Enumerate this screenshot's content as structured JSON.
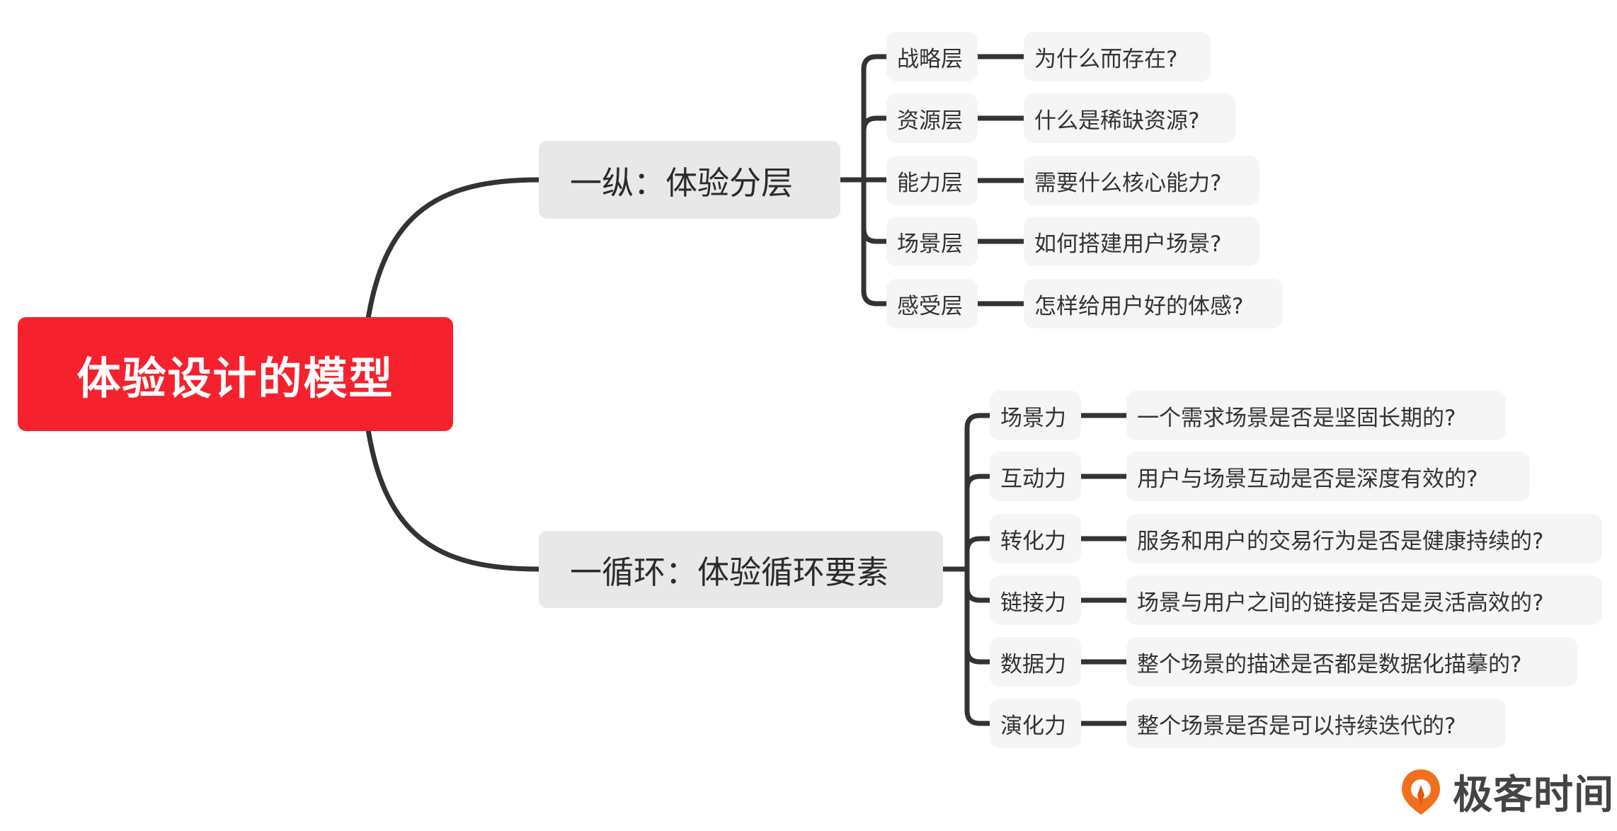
{
  "root": {
    "label": "体验设计的模型"
  },
  "branches": [
    {
      "label": "一纵：体验分层",
      "children": [
        {
          "label": "战略层",
          "question": "为什么而存在?"
        },
        {
          "label": "资源层",
          "question": "什么是稀缺资源?"
        },
        {
          "label": "能力层",
          "question": "需要什么核心能力?"
        },
        {
          "label": "场景层",
          "question": "如何搭建用户场景?"
        },
        {
          "label": "感受层",
          "question": "怎样给用户好的体感?"
        }
      ]
    },
    {
      "label": "一循环：体验循环要素",
      "children": [
        {
          "label": "场景力",
          "question": "一个需求场景是否是坚固长期的?"
        },
        {
          "label": "互动力",
          "question": "用户与场景互动是否是深度有效的?"
        },
        {
          "label": "转化力",
          "question": "服务和用户的交易行为是否是健康持续的?"
        },
        {
          "label": "链接力",
          "question": "场景与用户之间的链接是否是灵活高效的?"
        },
        {
          "label": "数据力",
          "question": "整个场景的描述是否都是数据化描摹的?"
        },
        {
          "label": "演化力",
          "question": "整个场景是否是可以持续迭代的?"
        }
      ]
    }
  ],
  "logo": {
    "text": "极客时间"
  },
  "colors": {
    "root": "#f5222d",
    "line": "#333333",
    "logo": "#f0701e"
  }
}
